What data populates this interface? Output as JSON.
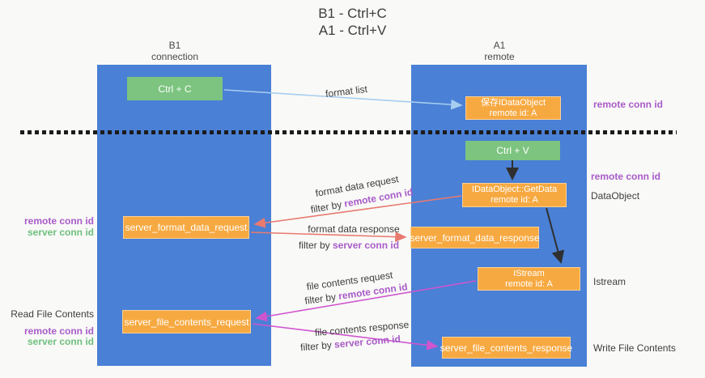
{
  "title": {
    "line1": "B1 - Ctrl+C",
    "line2": "A1 - Ctrl+V"
  },
  "lanes": {
    "left": {
      "name": "B1",
      "role": "connection"
    },
    "right": {
      "name": "A1",
      "role": "remote"
    }
  },
  "nodes": {
    "ctrl_c": {
      "label": "Ctrl + C"
    },
    "save_idataobject": {
      "line1": "保存IDataObject",
      "line2": "remote id: A"
    },
    "ctrl_v": {
      "label": "Ctrl + V"
    },
    "idataobject_getdata": {
      "line1": "IDataObject::GetData",
      "line2": "remote id: A"
    },
    "server_format_data_request": {
      "label": "server_format_data_request"
    },
    "server_format_data_response": {
      "label": "server_format_data_response"
    },
    "istream": {
      "line1": "IStream",
      "line2": "remote id: A"
    },
    "server_file_contents_request": {
      "label": "server_file_contents_request"
    },
    "server_file_contents_response": {
      "label": "server_file_contents_response"
    }
  },
  "flow_labels": {
    "format_list": "format list",
    "format_data_request": "format data request",
    "format_data_response": "format data response",
    "file_contents_request": "file contents request",
    "file_contents_response": "file contents response",
    "filter_by": "filter by",
    "remote_conn_id": "remote conn id",
    "server_conn_id": "server conn id"
  },
  "side_labels": {
    "remote_conn_id": "remote conn id",
    "server_conn_id": "server conn id",
    "dataobject": "DataObject",
    "istream": "Istream",
    "read_file_contents": "Read File Contents",
    "write_file_contents": "Write File Contents"
  },
  "colors": {
    "lane_blue": "#4a80d5",
    "node_green": "#7cc47f",
    "node_orange": "#f7a941",
    "label_purple": "#a85bc8",
    "label_green": "#6fc07e",
    "arrow_lightblue": "#a5cdf0",
    "arrow_salmon": "#e87a70",
    "arrow_magenta": "#cf55cf",
    "arrow_black": "#2f2f2f"
  }
}
